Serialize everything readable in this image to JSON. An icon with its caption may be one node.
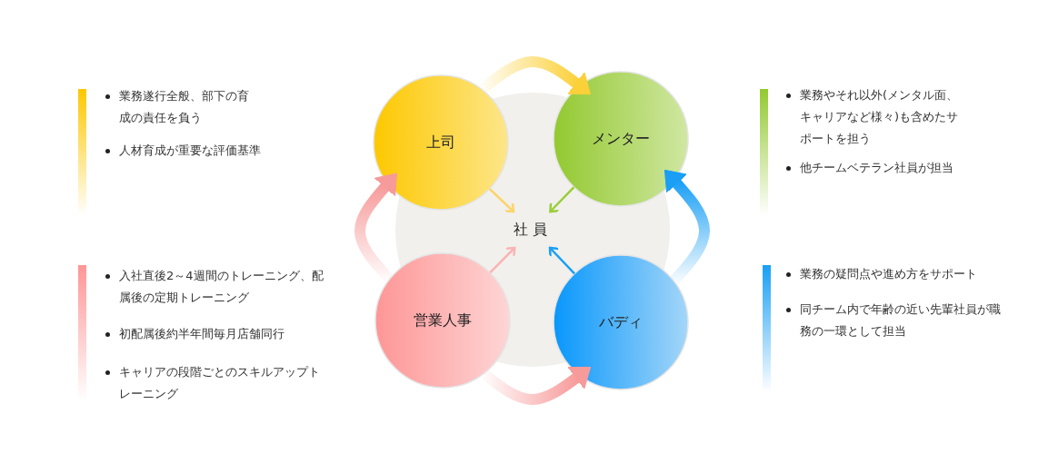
{
  "diagram": {
    "nodes": [
      {
        "text": [
          "上司"
        ]
      },
      {
        "text": [
          "メンター"
        ]
      },
      {
        "text": [
          "社員"
        ]
      },
      {
        "text": [
          "営業人事"
        ]
      },
      {
        "text": [
          "バディ"
        ]
      }
    ],
    "edges": [
      {
        "from": 0,
        "to": 1,
        "arrow": "to",
        "style": "thick",
        "color": "#fbd038"
      },
      {
        "from": 4,
        "to": 1,
        "arrow": "to",
        "style": "thick",
        "color": "#1a9ff5"
      },
      {
        "from": 3,
        "to": 0,
        "arrow": "to",
        "style": "thick",
        "color": "#f79a9a"
      },
      {
        "from": 3,
        "to": 4,
        "arrow": "to",
        "style": "thick",
        "color": "#f79a9a"
      },
      {
        "from": 0,
        "to": 2,
        "arrow": "to",
        "color": "#fbd56a"
      },
      {
        "from": 1,
        "to": 2,
        "arrow": "to",
        "color": "#9acd3a"
      },
      {
        "from": 3,
        "to": 2,
        "arrow": "to",
        "color": "#f9b4b4"
      },
      {
        "from": 4,
        "to": 2,
        "arrow": "to",
        "color": "#1a9ff5"
      }
    ],
    "labels": [
      "業務遂行全般、部下の育成の責任を負う",
      "人材育成が重要な評価基準",
      "入社直後2～4週間のトレーニング、配属後の定期トレーニング",
      "初配属後約半年間毎月店舗同行",
      "キャリアの段階ごとのスキルアップトレーニング",
      "業務やそれ以外(メンタル面、キャリアなど様々)も含めたサポートを担う",
      "他チームベテラン社員が担当",
      "業務の疑問点や進め方をサポート",
      "同チーム内で年齢の近い先輩社員が職務の一環として担当"
    ]
  }
}
